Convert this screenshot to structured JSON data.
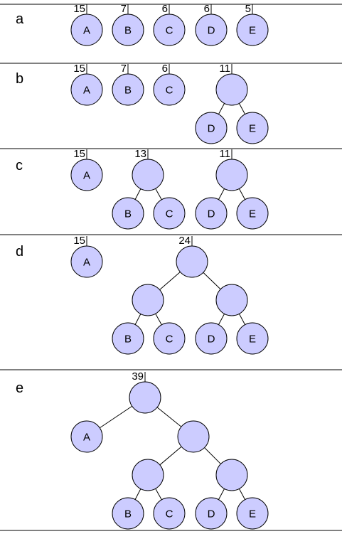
{
  "colors": {
    "node_fill": "#ccccff",
    "line": "#000000",
    "background": "#ffffff"
  },
  "panels": [
    {
      "label": "a",
      "nodes": [
        {
          "id": "a-A",
          "letter": "A",
          "weight": "15"
        },
        {
          "id": "a-B",
          "letter": "B",
          "weight": "7"
        },
        {
          "id": "a-C",
          "letter": "C",
          "weight": "6"
        },
        {
          "id": "a-D",
          "letter": "D",
          "weight": "6"
        },
        {
          "id": "a-E",
          "letter": "E",
          "weight": "5"
        }
      ],
      "edges": []
    },
    {
      "label": "b",
      "nodes": [
        {
          "id": "b-A",
          "letter": "A",
          "weight": "15"
        },
        {
          "id": "b-B",
          "letter": "B",
          "weight": "7"
        },
        {
          "id": "b-C",
          "letter": "C",
          "weight": "6"
        },
        {
          "id": "b-DE",
          "letter": "",
          "weight": "11"
        },
        {
          "id": "b-D",
          "letter": "D",
          "weight": ""
        },
        {
          "id": "b-E",
          "letter": "E",
          "weight": ""
        }
      ],
      "edges": [
        [
          "b-DE",
          "b-D"
        ],
        [
          "b-DE",
          "b-E"
        ]
      ]
    },
    {
      "label": "c",
      "nodes": [
        {
          "id": "c-A",
          "letter": "A",
          "weight": "15"
        },
        {
          "id": "c-BC",
          "letter": "",
          "weight": "13"
        },
        {
          "id": "c-DE",
          "letter": "",
          "weight": "11"
        },
        {
          "id": "c-B",
          "letter": "B",
          "weight": ""
        },
        {
          "id": "c-C",
          "letter": "C",
          "weight": ""
        },
        {
          "id": "c-D",
          "letter": "D",
          "weight": ""
        },
        {
          "id": "c-E",
          "letter": "E",
          "weight": ""
        }
      ],
      "edges": [
        [
          "c-BC",
          "c-B"
        ],
        [
          "c-BC",
          "c-C"
        ],
        [
          "c-DE",
          "c-D"
        ],
        [
          "c-DE",
          "c-E"
        ]
      ]
    },
    {
      "label": "d",
      "nodes": [
        {
          "id": "d-A",
          "letter": "A",
          "weight": "15"
        },
        {
          "id": "d-root",
          "letter": "",
          "weight": "24"
        },
        {
          "id": "d-BC",
          "letter": "",
          "weight": ""
        },
        {
          "id": "d-DE",
          "letter": "",
          "weight": ""
        },
        {
          "id": "d-B",
          "letter": "B",
          "weight": ""
        },
        {
          "id": "d-C",
          "letter": "C",
          "weight": ""
        },
        {
          "id": "d-D",
          "letter": "D",
          "weight": ""
        },
        {
          "id": "d-E",
          "letter": "E",
          "weight": ""
        }
      ],
      "edges": [
        [
          "d-root",
          "d-BC"
        ],
        [
          "d-root",
          "d-DE"
        ],
        [
          "d-BC",
          "d-B"
        ],
        [
          "d-BC",
          "d-C"
        ],
        [
          "d-DE",
          "d-D"
        ],
        [
          "d-DE",
          "d-E"
        ]
      ]
    },
    {
      "label": "e",
      "nodes": [
        {
          "id": "e-root",
          "letter": "",
          "weight": "39"
        },
        {
          "id": "e-A",
          "letter": "A",
          "weight": ""
        },
        {
          "id": "e-R",
          "letter": "",
          "weight": ""
        },
        {
          "id": "e-BC",
          "letter": "",
          "weight": ""
        },
        {
          "id": "e-DE",
          "letter": "",
          "weight": ""
        },
        {
          "id": "e-B",
          "letter": "B",
          "weight": ""
        },
        {
          "id": "e-C",
          "letter": "C",
          "weight": ""
        },
        {
          "id": "e-D",
          "letter": "D",
          "weight": ""
        },
        {
          "id": "e-E",
          "letter": "E",
          "weight": ""
        }
      ],
      "edges": [
        [
          "e-root",
          "e-A"
        ],
        [
          "e-root",
          "e-R"
        ],
        [
          "e-R",
          "e-BC"
        ],
        [
          "e-R",
          "e-DE"
        ],
        [
          "e-BC",
          "e-B"
        ],
        [
          "e-BC",
          "e-C"
        ],
        [
          "e-DE",
          "e-D"
        ],
        [
          "e-DE",
          "e-E"
        ]
      ]
    }
  ]
}
